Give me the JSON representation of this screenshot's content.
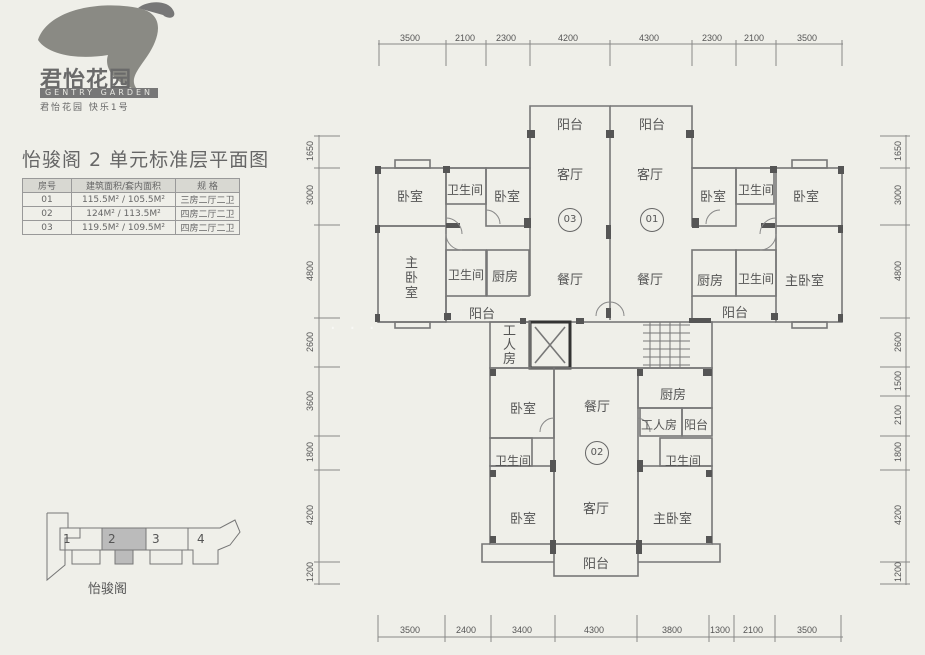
{
  "logo": {
    "name_cn": "君怡花园",
    "name_en": "GENTRY GARDEN",
    "tagline": "君怡花园 快乐1号"
  },
  "title": "怡骏阁 2 单元标准层平面图",
  "area_table": {
    "headers": [
      "房号",
      "建筑面积/套内面积",
      "规 格"
    ],
    "rows": [
      {
        "unit": "01",
        "area": "115.5M² / 105.5M²",
        "spec": "三房二厅二卫"
      },
      {
        "unit": "02",
        "area": "124M² / 113.5M²",
        "spec": "四房二厅二卫"
      },
      {
        "unit": "03",
        "area": "119.5M² / 109.5M²",
        "spec": "四房二厅二卫"
      }
    ]
  },
  "dimensions": {
    "top": [
      "3500",
      "2100",
      "2300",
      "4200",
      "4300",
      "2300",
      "2100",
      "3500"
    ],
    "bottom": [
      "3500",
      "2400",
      "3400",
      "4300",
      "3800",
      "1300",
      "2100",
      "3500"
    ],
    "left": [
      "1650",
      "3000",
      "4800",
      "2600",
      "3600",
      "1800",
      "4200",
      "1200"
    ],
    "right": [
      "1650",
      "3000",
      "4800",
      "2600",
      "1500",
      "2100",
      "1800",
      "4200",
      "1200"
    ]
  },
  "units": {
    "u01": "01",
    "u02": "02",
    "u03": "03"
  },
  "rooms": {
    "u03": {
      "balcony_top": "阳台",
      "living": "客厅",
      "bedroom1": "卧室",
      "bath1": "卫生间",
      "bedroom2": "卧室",
      "master": "主卧室",
      "bath2": "卫生间",
      "kitchen": "厨房",
      "dining": "餐厅",
      "balcony_bottom": "阳台"
    },
    "u01": {
      "balcony_top": "阳台",
      "living": "客厅",
      "bedroom1": "卧室",
      "bath1": "卫生间",
      "bedroom2": "卧室",
      "dining": "餐厅",
      "kitchen": "厨房",
      "bath2": "卫生间",
      "master": "主卧室",
      "balcony_bottom": "阳台"
    },
    "core": {
      "servant": "工人房"
    },
    "u02": {
      "bedroom1": "卧室",
      "dining": "餐厅",
      "kitchen": "厨房",
      "servant": "工人房",
      "balcony_small": "阳台",
      "bath1": "卫生间",
      "bath2": "卫生间",
      "bedroom2": "卧室",
      "living": "客厅",
      "master": "主卧室",
      "balcony_bottom": "阳台"
    }
  },
  "key_plan": {
    "caption": "怡骏阁",
    "units": [
      "1",
      "2",
      "3",
      "4"
    ],
    "highlighted": "2"
  }
}
